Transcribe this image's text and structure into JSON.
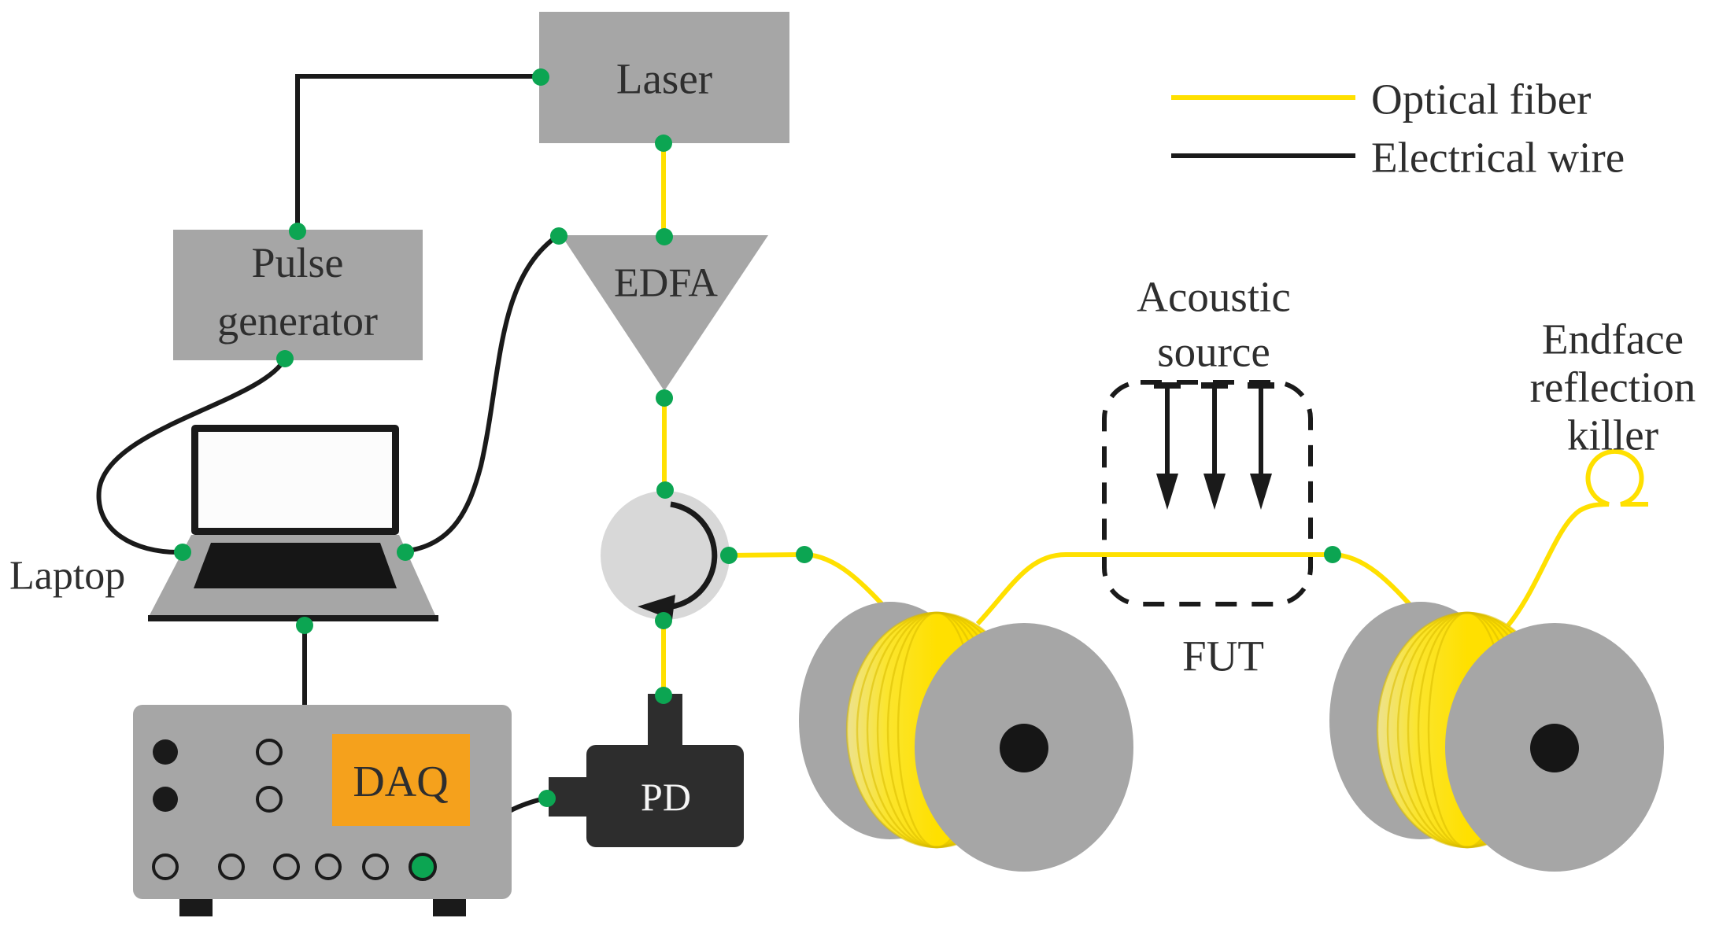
{
  "colors": {
    "optical_fiber": "#FFE000",
    "electrical_wire": "#1A1A1A",
    "connector_green": "#0CA552",
    "box_gray": "#A6A6A6",
    "circulator_gray": "#D8D8D8",
    "daq_accent_orange": "#F5A11C",
    "pd_dark": "#2D2D2D",
    "screen_white": "#FCFCFC",
    "hub_black": "#161616"
  },
  "legend": {
    "optical_fiber_label": "Optical fiber",
    "electrical_wire_label": "Electrical wire"
  },
  "components": {
    "laser": {
      "label": "Laser"
    },
    "pulse_generator": {
      "line1": "Pulse",
      "line2": "generator"
    },
    "laptop": {
      "label": "Laptop"
    },
    "edfa": {
      "label": "EDFA"
    },
    "daq": {
      "label": "DAQ"
    },
    "pd": {
      "label": "PD"
    },
    "acoustic_source": {
      "line1": "Acoustic",
      "line2": "source"
    },
    "fut": {
      "label": "FUT"
    },
    "endface_reflection_killer": {
      "line1": "Endface",
      "line2": "reflection",
      "line3": "killer"
    }
  }
}
